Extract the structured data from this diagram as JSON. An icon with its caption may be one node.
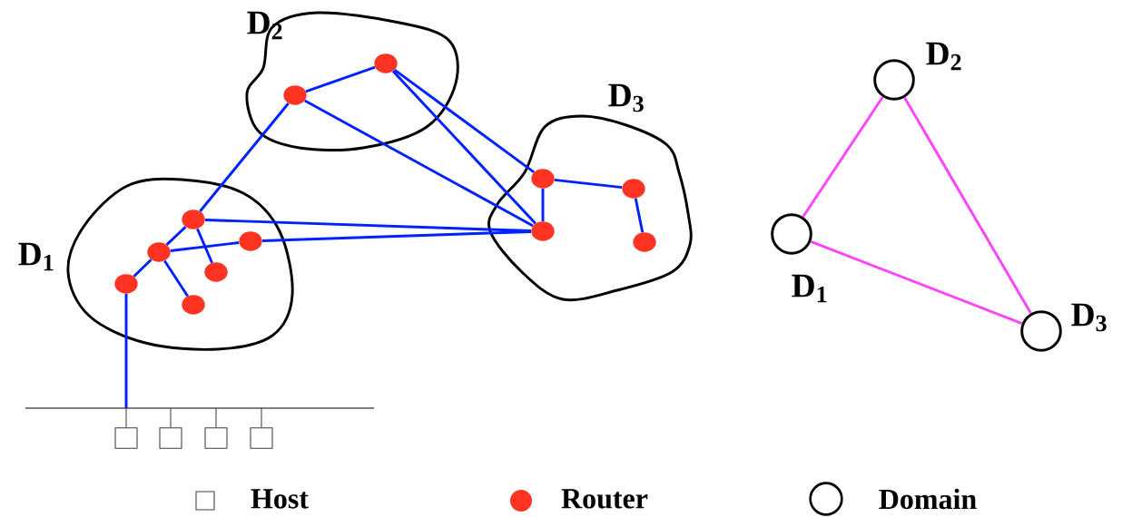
{
  "diagram": {
    "nodes": [
      {
        "text": [
          "D$_{1}$"
        ]
      },
      {
        "text": [
          "D$_{2}$"
        ]
      },
      {
        "text": [
          "D$_{3}$"
        ]
      },
      {
        "text": [],
        "shape": "circle",
        "in": 0
      },
      {
        "text": [],
        "shape": "circle",
        "in": 0
      },
      {
        "text": [],
        "shape": "circle",
        "in": 0
      },
      {
        "text": [],
        "shape": "circle",
        "in": 0
      },
      {
        "text": [],
        "shape": "circle",
        "in": 0
      },
      {
        "text": [],
        "shape": "circle",
        "in": 0
      },
      {
        "text": [],
        "shape": "circle",
        "in": 1
      },
      {
        "text": [],
        "shape": "circle",
        "in": 1
      },
      {
        "text": [],
        "shape": "circle",
        "in": 2
      },
      {
        "text": [],
        "shape": "circle",
        "in": 2
      },
      {
        "text": [],
        "shape": "circle",
        "in": 2
      },
      {
        "text": [],
        "shape": "circle",
        "in": 2
      },
      {
        "text": [],
        "shape": "bar"
      },
      {
        "text": [],
        "shape": "box"
      },
      {
        "text": [],
        "shape": "box"
      },
      {
        "text": [],
        "shape": "box"
      },
      {
        "text": [],
        "shape": "box"
      },
      {
        "text": [
          "D$_{1}$"
        ]
      },
      {
        "text": [
          "D$_{2}$"
        ]
      },
      {
        "text": [
          "D$_{3}$"
        ]
      }
    ],
    "edges": [
      {
        "from": 7,
        "to": 4,
        "arrow": "none"
      },
      {
        "from": 4,
        "to": 3,
        "arrow": "none"
      },
      {
        "from": 3,
        "to": 9,
        "arrow": "none"
      },
      {
        "from": 9,
        "to": 10,
        "arrow": "none"
      },
      {
        "from": 9,
        "to": 13,
        "arrow": "none"
      },
      {
        "from": 10,
        "to": 13,
        "arrow": "none"
      },
      {
        "from": 10,
        "to": 11,
        "arrow": "none"
      },
      {
        "from": 3,
        "to": 13,
        "arrow": "none"
      },
      {
        "from": 4,
        "to": 5,
        "arrow": "none"
      },
      {
        "from": 5,
        "to": 13,
        "arrow": "none"
      },
      {
        "from": 3,
        "to": 6,
        "arrow": "none"
      },
      {
        "from": 4,
        "to": 8,
        "arrow": "none"
      },
      {
        "from": 11,
        "to": 13,
        "arrow": "none"
      },
      {
        "from": 11,
        "to": 12,
        "arrow": "none"
      },
      {
        "from": 12,
        "to": 14,
        "arrow": "none"
      },
      {
        "from": 7,
        "to": 15,
        "arrow": "none"
      },
      {
        "from": 15,
        "to": 16,
        "arrow": "none",
        "color": "#444444"
      },
      {
        "from": 15,
        "to": 17,
        "arrow": "none",
        "color": "#444444"
      },
      {
        "from": 15,
        "to": 18,
        "arrow": "none",
        "color": "#444444"
      },
      {
        "from": 15,
        "to": 19,
        "arrow": "none",
        "color": "#444444"
      },
      {
        "from": 20,
        "to": 21,
        "arrow": "none",
        "color": "#ff44ff"
      },
      {
        "from": 21,
        "to": 22,
        "arrow": "none",
        "color": "#ff44ff"
      },
      {
        "from": 22,
        "to": 20,
        "arrow": "none",
        "color": "#ff44ff"
      }
    ],
    "legend": [
      {
        "text": "Host"
      },
      {
        "text": "Router",
        "color": "#ff3322"
      },
      {
        "text": "Domain"
      }
    ]
  }
}
